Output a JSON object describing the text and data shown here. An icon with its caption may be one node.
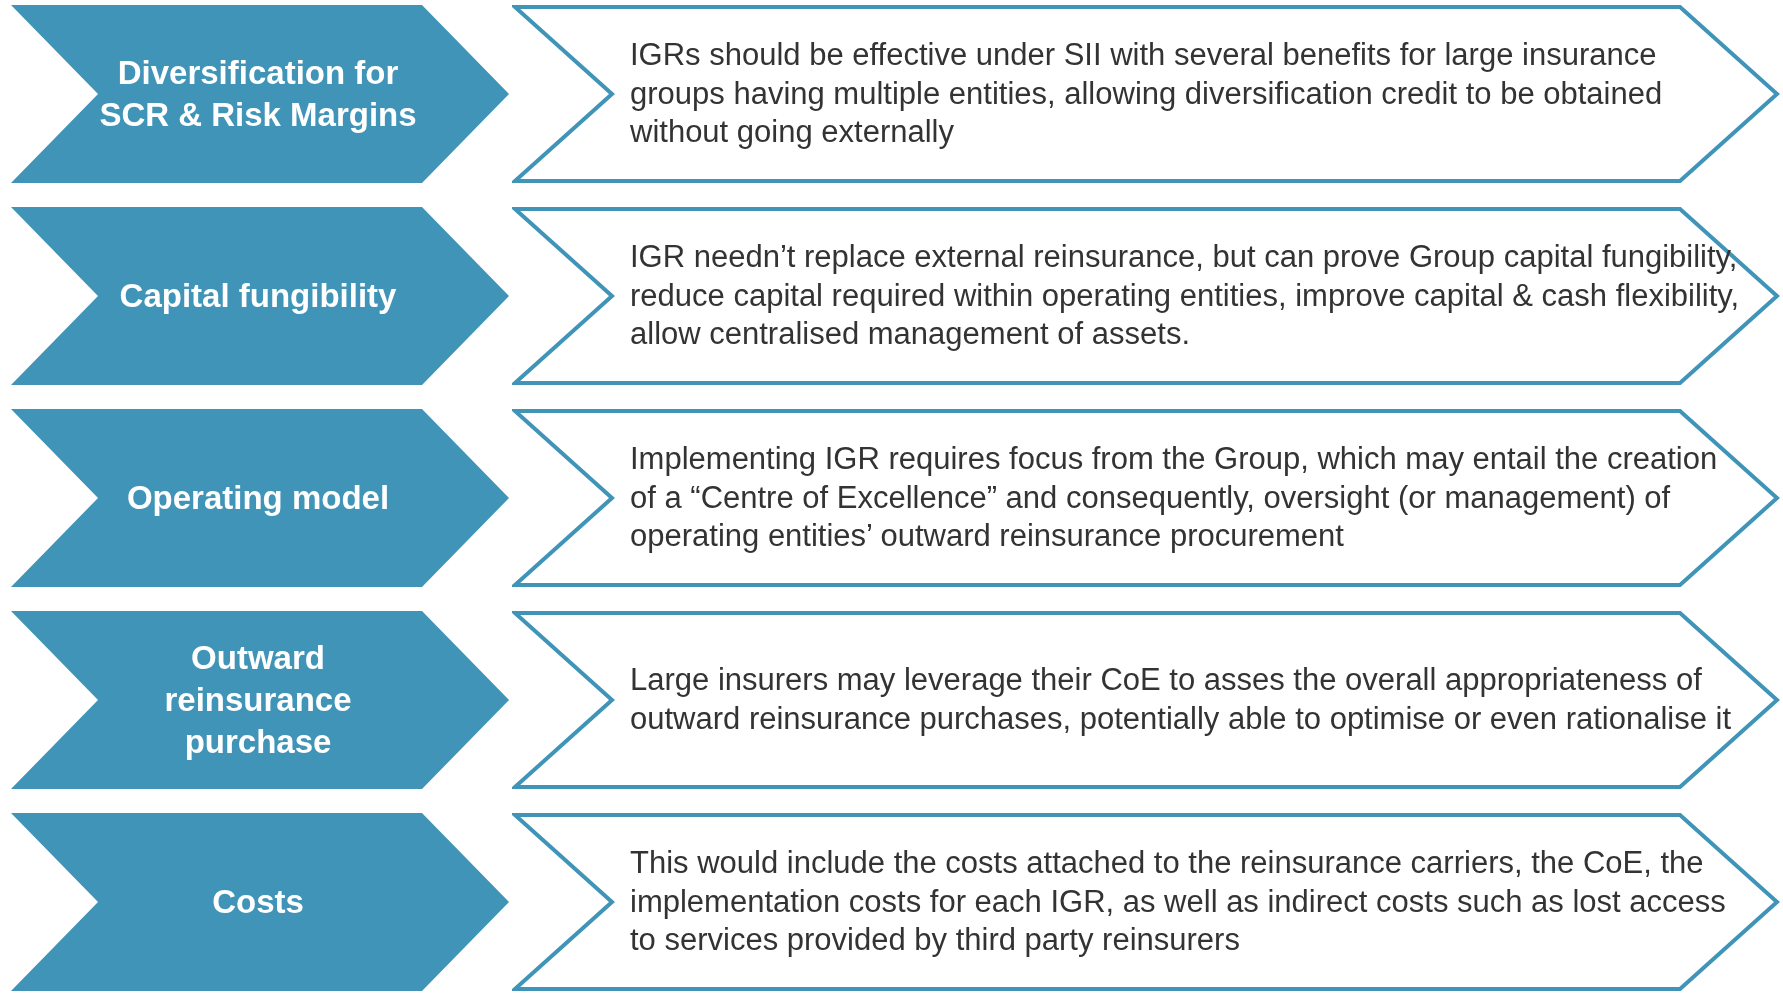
{
  "diagram": {
    "nodes": [
      {
        "text": [
          "Diversification for SCR & Risk Margins"
        ]
      },
      {
        "text": [
          "IGRs should be effective under SII with several benefits for large insurance groups having multiple entities, allowing diversification credit to be obtained without going externally"
        ]
      },
      {
        "text": [
          "Capital fungibility"
        ]
      },
      {
        "text": [
          "IGR needn’t replace external reinsurance, but can prove Group capital fungibility, reduce capital required within operating entities, improve capital & cash flexibility, allow centralised management of assets."
        ]
      },
      {
        "text": [
          "Operating model"
        ]
      },
      {
        "text": [
          "Implementing IGR requires focus from the Group, which may entail the creation of a “Centre of Excellence” and consequently, oversight (or management) of operating entities’ outward reinsurance procurement"
        ]
      },
      {
        "text": [
          "Outward reinsurance purchase"
        ]
      },
      {
        "text": [
          "Large insurers may leverage their CoE to asses the overall appropriateness of outward reinsurance purchases, potentially able to optimise or even rationalise it"
        ]
      },
      {
        "text": [
          "Costs"
        ]
      },
      {
        "text": [
          "This would include the costs attached to the reinsurance carriers, the CoE, the implementation costs for each IGR, as well as indirect costs such as lost access to services provided by third party reinsurers"
        ]
      }
    ]
  }
}
